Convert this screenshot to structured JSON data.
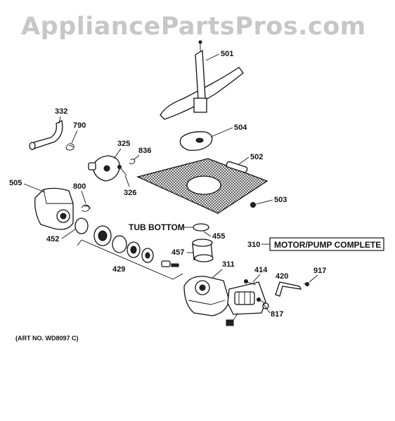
{
  "watermark": "AppliancePartsPros.com",
  "art_number": "(ART NO. WD8097 C)",
  "callouts": {
    "c501": "501",
    "c332": "332",
    "c790": "790",
    "c504": "504",
    "c325": "325",
    "c836": "836",
    "c502": "502",
    "c505": "505",
    "c800": "800",
    "c326": "326",
    "c503": "503",
    "c452": "452",
    "c455": "455",
    "c310": "310",
    "c457": "457",
    "c429": "429",
    "c311": "311",
    "c414": "414",
    "c420": "420",
    "c917": "917",
    "c817": "817"
  },
  "tub_bottom_label": "TUB BOTTOM",
  "motor_pump_box_label": "MOTOR/PUMP COMPLETE"
}
